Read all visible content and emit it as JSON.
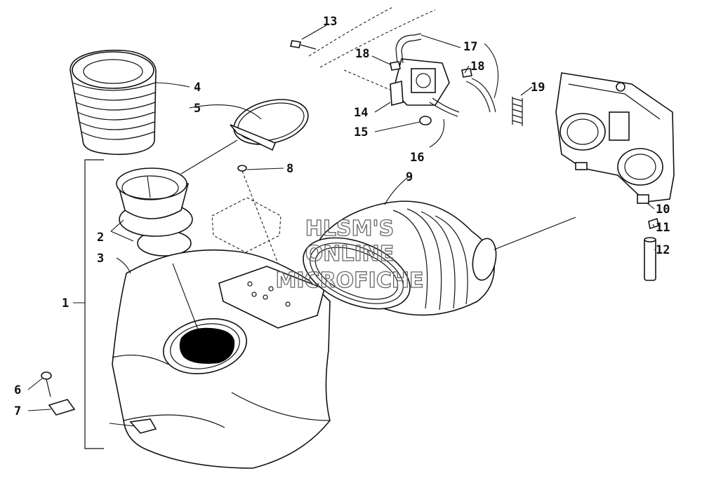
{
  "callouts": [
    {
      "id": "1",
      "text": "1"
    },
    {
      "id": "2",
      "text": "2"
    },
    {
      "id": "3",
      "text": "3"
    },
    {
      "id": "4",
      "text": "4"
    },
    {
      "id": "5",
      "text": "5"
    },
    {
      "id": "6",
      "text": "6"
    },
    {
      "id": "7",
      "text": "7"
    },
    {
      "id": "8",
      "text": "8"
    },
    {
      "id": "9",
      "text": "9"
    },
    {
      "id": "10",
      "text": "10"
    },
    {
      "id": "11",
      "text": "11"
    },
    {
      "id": "12",
      "text": "12"
    },
    {
      "id": "13",
      "text": "13"
    },
    {
      "id": "14",
      "text": "14"
    },
    {
      "id": "15",
      "text": "15"
    },
    {
      "id": "16",
      "text": "16"
    },
    {
      "id": "17",
      "text": "17"
    },
    {
      "id": "18a",
      "text": "18"
    },
    {
      "id": "18b",
      "text": "18"
    },
    {
      "id": "19",
      "text": "19"
    }
  ],
  "watermark": {
    "line1": "HLSM'S",
    "line2": "ONLINE",
    "line3": "MICROFICHE"
  }
}
